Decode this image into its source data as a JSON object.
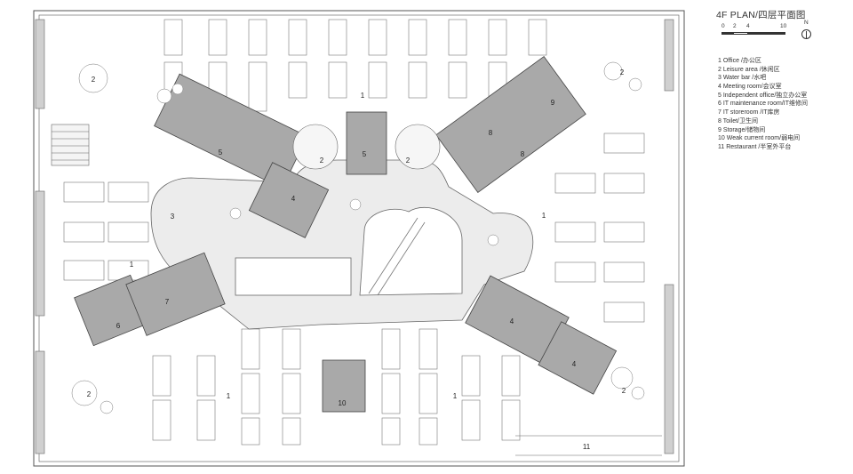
{
  "title": "4F PLAN/四层平面图",
  "scale": {
    "ticks": [
      "0",
      "2",
      "4",
      "10"
    ]
  },
  "north": "N",
  "legend": [
    "1 Office /办公区",
    "2 Leisure area /休闲区",
    "3 Water bar /水吧",
    "4 Meeting room/会议室",
    "5 Independent office/独立办公室",
    "6 IT maintenance room/IT维修间",
    "7 IT storeroom /IT库房",
    "8 Toilet/卫生间",
    "9 Storage/储物间",
    "10 Weak current room/弱电间",
    "11 Restaurant /半室外平台"
  ],
  "plan_labels": {
    "office": "1",
    "leisure": "2",
    "waterbar": "3",
    "meeting": "4",
    "independent": "5",
    "itmaint": "6",
    "itstore": "7",
    "toilet": "8",
    "storage": "9",
    "weak": "10",
    "restaurant": "11"
  },
  "colors": {
    "room_fill": "#a9a9a9",
    "line": "#555555",
    "floor_fill": "#ececec"
  }
}
